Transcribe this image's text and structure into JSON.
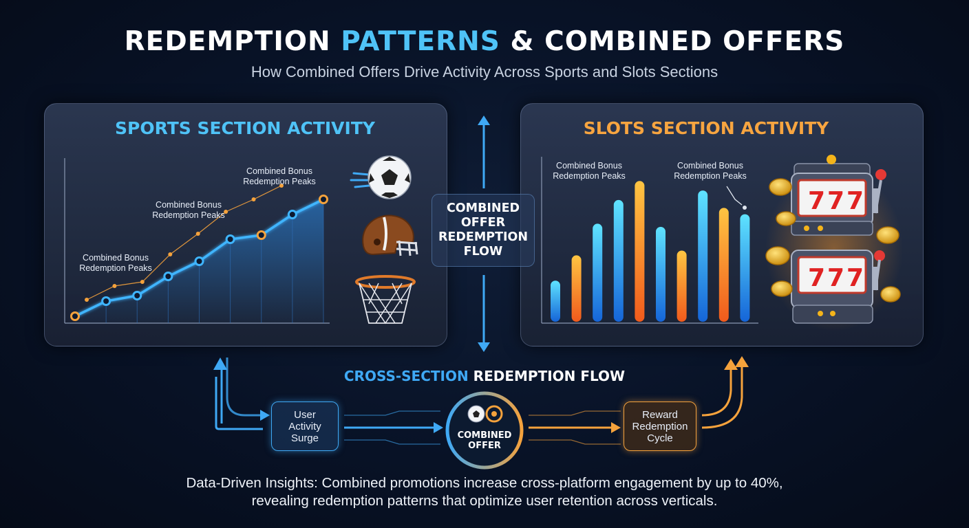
{
  "header": {
    "title_part1": "REDEMPTION ",
    "title_accent": "PATTERNS",
    "title_part2": " & COMBINED OFFERS",
    "subtitle": "How Combined Offers Drive Activity Across Sports and Slots Sections"
  },
  "sports_panel": {
    "title": "SPORTS SECTION ACTIVITY",
    "annotations": [
      {
        "line1": "Combined Bonus",
        "line2": "Redemption Peaks"
      },
      {
        "line1": "Combined Bonus",
        "line2": "Redemption Peaks"
      },
      {
        "line1": "Combined Bonus",
        "line2": "Redemption Peaks"
      }
    ],
    "icons": [
      "soccer-ball-icon",
      "football-helmet-icon",
      "basketball-hoop-icon"
    ]
  },
  "slots_panel": {
    "title": "SLOTS SECTION ACTIVITY",
    "annotations": [
      {
        "line1": "Combined Bonus",
        "line2": "Redemption Peaks"
      },
      {
        "line1": "Combined Bonus",
        "line2": "Redemption Peaks"
      }
    ],
    "icons": [
      "slot-machine-icon",
      "slot-machine-icon",
      "gold-coin-icon"
    ]
  },
  "center": {
    "line1": "COMBINED",
    "line2": "OFFER",
    "line3": "REDEMPTION",
    "line4": "FLOW"
  },
  "flow": {
    "title_accent": "CROSS-SECTION",
    "title_rest": " REDEMPTION FLOW",
    "user_node": {
      "line1": "User",
      "line2": "Activity",
      "line3": "Surge"
    },
    "combined_node": {
      "line1": "COMBINED",
      "line2": "OFFER"
    },
    "reward_node": {
      "line1": "Reward",
      "line2": "Redemption",
      "line3": "Cycle"
    }
  },
  "footer": {
    "line1": "Data-Driven Insights: Combined promotions increase cross-platform engagement by up to 40%,",
    "line2": "revealing redemption patterns that optimize user retention across verticals."
  },
  "colors": {
    "blue": "#3fa9f5",
    "cyan": "#4fc3f7",
    "orange": "#f5a23c",
    "sports_title": "#4fc3f7",
    "slots_title": "#f7a540"
  },
  "chart_data": [
    {
      "type": "line",
      "x": [
        1,
        2,
        3,
        4,
        5,
        6,
        7,
        8,
        9
      ],
      "series": [
        {
          "values": [
            0.05,
            0.16,
            0.2,
            0.34,
            0.45,
            0.61,
            0.64,
            0.79,
            0.9
          ]
        },
        {
          "values": [
            0.17,
            0.27,
            0.3,
            0.5,
            0.65,
            0.81,
            0.9,
            1.0
          ]
        }
      ]
    },
    {
      "type": "bar",
      "values": [
        0.26,
        0.42,
        0.62,
        0.77,
        0.89,
        0.6,
        0.45,
        0.83,
        0.72,
        0.68
      ],
      "bar_colors": [
        "blue",
        "orange",
        "blue",
        "blue",
        "orange",
        "blue",
        "orange",
        "blue",
        "orange",
        "blue"
      ]
    }
  ]
}
